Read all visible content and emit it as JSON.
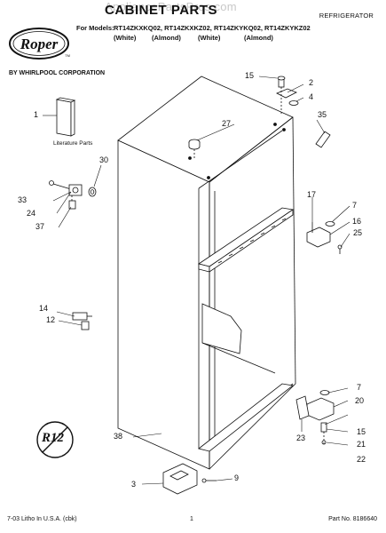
{
  "header": {
    "watermark": "AppliancePartsPros.com",
    "title": "CABINET PARTS",
    "category": "REFRIGERATOR",
    "models_label": "For Models:",
    "models": "RT14ZKXKQ02, RT14ZKXKZ02, RT14ZKYKQ02, RT14ZKYKZ02",
    "colors": [
      "(White)",
      "(Almond)",
      "(White)",
      "(Almond)"
    ]
  },
  "brand": {
    "logo_text": "Roper",
    "trademark": "TM",
    "byline": "BY WHIRLPOOL CORPORATION"
  },
  "literature_label": "Literature Parts",
  "badge_text": "R12",
  "callouts": {
    "c1": "1",
    "c2": "2",
    "c3": "3",
    "c4": "4",
    "c7a": "7",
    "c7b": "7",
    "c9": "9",
    "c12": "12",
    "c14": "14",
    "c15a": "15",
    "c15b": "15",
    "c16": "16",
    "c17": "17",
    "c20": "20",
    "c21": "21",
    "c22": "22",
    "c23": "23",
    "c24": "24",
    "c25": "25",
    "c27": "27",
    "c30": "30",
    "c33": "33",
    "c35": "35",
    "c37": "37",
    "c38": "38"
  },
  "footer": {
    "left": "7-03 Litho In U.S.A. (cbk)",
    "center": "1",
    "right": "Part No. 8186640"
  }
}
